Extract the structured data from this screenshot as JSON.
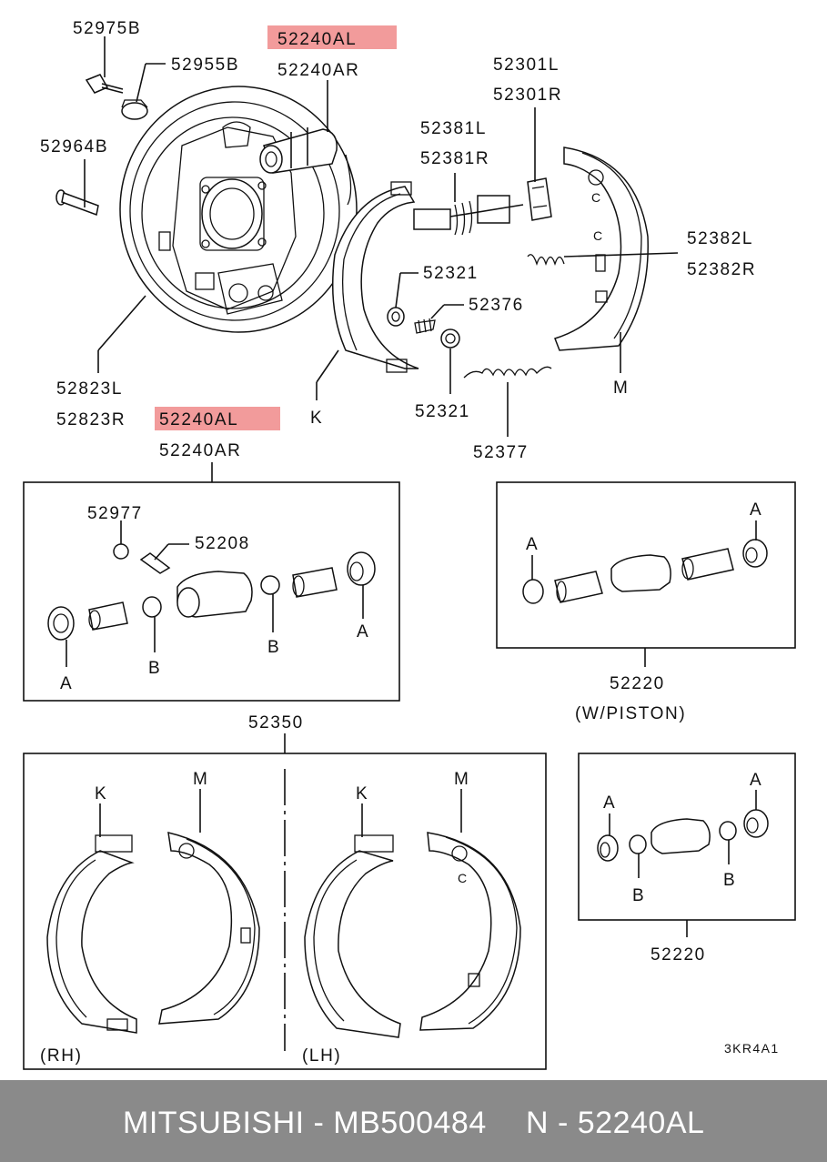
{
  "labels": {
    "p52975B": "52975B",
    "p52955B": "52955B",
    "p52240AL_top": "52240AL",
    "p52240AR_top": "52240AR",
    "p52964B": "52964B",
    "p52301L": "52301L",
    "p52301R": "52301R",
    "p52381L": "52381L",
    "p52381R": "52381R",
    "p52382L": "52382L",
    "p52382R": "52382R",
    "p52321_a": "52321",
    "p52376": "52376",
    "p52321_b": "52321",
    "p52377": "52377",
    "p52823L": "52823L",
    "p52823R": "52823R",
    "p52240AL_mid": "52240AL",
    "p52240AR_mid": "52240AR",
    "K_top": "K",
    "M_top": "M",
    "C_top1": "C",
    "C_top2": "C",
    "p52977": "52977",
    "p52208": "52208",
    "box1_A1": "A",
    "box1_A2": "A",
    "box1_B1": "B",
    "box1_B2": "B",
    "box2_A1": "A",
    "box2_A2": "A",
    "p52220_a": "52220",
    "w_piston": "(W/PISTON)",
    "p52350": "52350",
    "box3_K_rh": "K",
    "box3_M_rh": "M",
    "box3_K_lh": "K",
    "box3_M_lh": "M",
    "box3_C": "C",
    "rh": "(RH)",
    "lh": "(LH)",
    "box4_A1": "A",
    "box4_A2": "A",
    "box4_B1": "B",
    "box4_B2": "B",
    "p52220_b": "52220",
    "ref_code": "3KR4A1"
  },
  "highlight_color": "#f08a8a",
  "footer": {
    "brand_part": "MITSUBISHI - MB500484",
    "group_code": "N - 52240AL",
    "background": "#8a8a8a"
  }
}
